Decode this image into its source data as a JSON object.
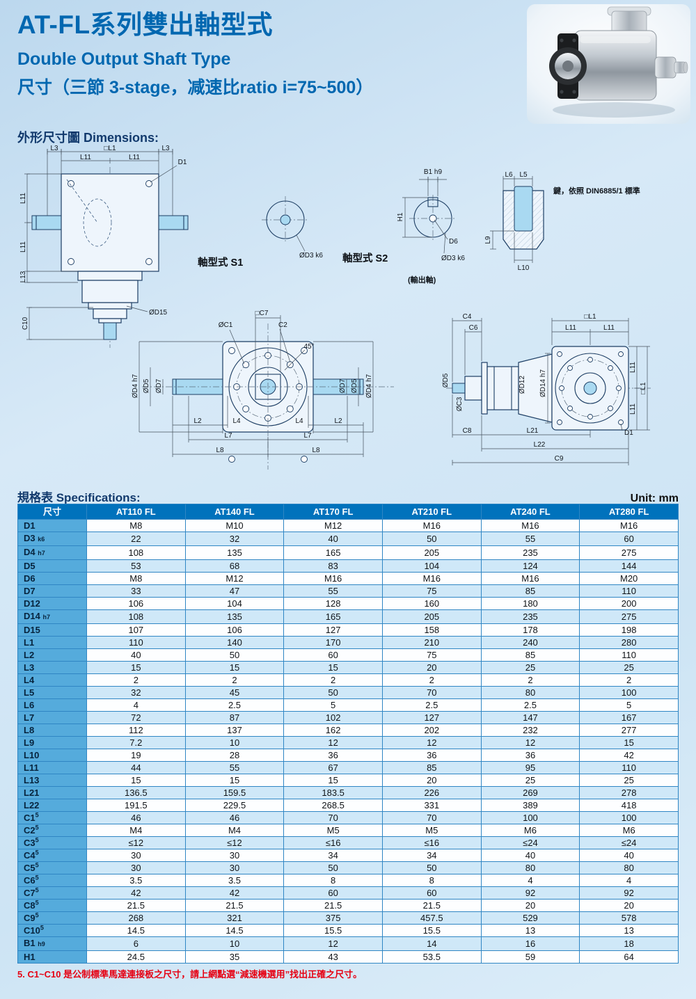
{
  "header": {
    "title_zh": "AT-FL系列雙出軸型式",
    "title_en": "Double Output Shaft Type",
    "subtitle": "尺寸（三節 3-stage，减速比ratio i=75~500）"
  },
  "sections": {
    "dimensions": "外形尺寸圖 Dimensions:",
    "specifications": "規格表 Specifications:",
    "unit": "Unit: mm"
  },
  "drawings": {
    "front_view": {
      "l3_left": "L3",
      "l1_top": "□L1",
      "l3_right": "L3",
      "l11_top_left": "L11",
      "l11_top_right": "L11",
      "d1": "D1",
      "l11_side_upper": "L11",
      "l11_side_lower": "L11",
      "l13": "L13",
      "c10": "C10",
      "d15": "ØD15"
    },
    "shaft_s1": {
      "title": "軸型式 S1",
      "d3": "ØD3 k6"
    },
    "shaft_s2": {
      "title": "軸型式 S2",
      "b1": "B1 h9",
      "h1": "H1",
      "d6": "D6",
      "d3": "ØD3 k6",
      "output_shaft": "(輸出軸)"
    },
    "key_detail": {
      "l6": "L6",
      "l5": "L5",
      "l9": "L9",
      "l10": "L10",
      "note": "鍵，依照 DIN6885/1 標準"
    },
    "flange_view": {
      "c7": "□C7",
      "c2": "C2",
      "c1": "ØC1",
      "angle": "45°",
      "d4_left": "ØD4 h7",
      "d5_left": "ØD5",
      "d7_left": "ØD7",
      "d7_right": "ØD7",
      "d5_right": "ØD5",
      "d4_right": "ØD4 h7",
      "l2_left": "L2",
      "l4_left": "L4",
      "l4_right": "L4",
      "l2_right": "L2",
      "l7_left": "L7",
      "l7_right": "L7",
      "l8_left": "L8",
      "l8_right": "L8"
    },
    "side_view": {
      "c4": "C4",
      "c6": "C6",
      "l1_top": "□L1",
      "l11_top_left": "L11",
      "l11_top_right": "L11",
      "d14": "ØD14 h7",
      "d12": "ØD12",
      "d5": "ØD5",
      "c3": "ØC3",
      "l11_right_upper": "L11",
      "l11_right_lower": "L11",
      "l1_right": "□L1",
      "c8": "C8",
      "l21": "L21",
      "l22": "L22",
      "c9": "C9",
      "d1": "D1"
    }
  },
  "table": {
    "columns": [
      "尺寸",
      "AT110 FL",
      "AT140 FL",
      "AT170 FL",
      "AT210 FL",
      "AT240 FL",
      "AT280 FL"
    ],
    "rows": [
      {
        "label": "D1",
        "values": [
          "M8",
          "M10",
          "M12",
          "M16",
          "M16",
          "M16"
        ]
      },
      {
        "label": "D3",
        "tol": "k6",
        "values": [
          "22",
          "32",
          "40",
          "50",
          "55",
          "60"
        ]
      },
      {
        "label": "D4",
        "tol": "h7",
        "values": [
          "108",
          "135",
          "165",
          "205",
          "235",
          "275"
        ]
      },
      {
        "label": "D5",
        "values": [
          "53",
          "68",
          "83",
          "104",
          "124",
          "144"
        ]
      },
      {
        "label": "D6",
        "values": [
          "M8",
          "M12",
          "M16",
          "M16",
          "M16",
          "M20"
        ]
      },
      {
        "label": "D7",
        "values": [
          "33",
          "47",
          "55",
          "75",
          "85",
          "110"
        ]
      },
      {
        "label": "D12",
        "values": [
          "106",
          "104",
          "128",
          "160",
          "180",
          "200"
        ]
      },
      {
        "label": "D14",
        "tol": "h7",
        "values": [
          "108",
          "135",
          "165",
          "205",
          "235",
          "275"
        ]
      },
      {
        "label": "D15",
        "values": [
          "107",
          "106",
          "127",
          "158",
          "178",
          "198"
        ]
      },
      {
        "label": "L1",
        "values": [
          "110",
          "140",
          "170",
          "210",
          "240",
          "280"
        ]
      },
      {
        "label": "L2",
        "values": [
          "40",
          "50",
          "60",
          "75",
          "85",
          "110"
        ]
      },
      {
        "label": "L3",
        "values": [
          "15",
          "15",
          "15",
          "20",
          "25",
          "25"
        ]
      },
      {
        "label": "L4",
        "values": [
          "2",
          "2",
          "2",
          "2",
          "2",
          "2"
        ]
      },
      {
        "label": "L5",
        "values": [
          "32",
          "45",
          "50",
          "70",
          "80",
          "100"
        ]
      },
      {
        "label": "L6",
        "values": [
          "4",
          "2.5",
          "5",
          "2.5",
          "2.5",
          "5"
        ]
      },
      {
        "label": "L7",
        "values": [
          "72",
          "87",
          "102",
          "127",
          "147",
          "167"
        ]
      },
      {
        "label": "L8",
        "values": [
          "112",
          "137",
          "162",
          "202",
          "232",
          "277"
        ]
      },
      {
        "label": "L9",
        "values": [
          "7.2",
          "10",
          "12",
          "12",
          "12",
          "15"
        ]
      },
      {
        "label": "L10",
        "values": [
          "19",
          "28",
          "36",
          "36",
          "36",
          "42"
        ]
      },
      {
        "label": "L11",
        "values": [
          "44",
          "55",
          "67",
          "85",
          "95",
          "110"
        ]
      },
      {
        "label": "L13",
        "values": [
          "15",
          "15",
          "15",
          "20",
          "25",
          "25"
        ]
      },
      {
        "label": "L21",
        "values": [
          "136.5",
          "159.5",
          "183.5",
          "226",
          "269",
          "278"
        ]
      },
      {
        "label": "L22",
        "values": [
          "191.5",
          "229.5",
          "268.5",
          "331",
          "389",
          "418"
        ]
      },
      {
        "label": "C1",
        "sup": "5",
        "values": [
          "46",
          "46",
          "70",
          "70",
          "100",
          "100"
        ]
      },
      {
        "label": "C2",
        "sup": "5",
        "values": [
          "M4",
          "M4",
          "M5",
          "M5",
          "M6",
          "M6"
        ]
      },
      {
        "label": "C3",
        "sup": "5",
        "values": [
          "≤12",
          "≤12",
          "≤16",
          "≤16",
          "≤24",
          "≤24"
        ]
      },
      {
        "label": "C4",
        "sup": "5",
        "values": [
          "30",
          "30",
          "34",
          "34",
          "40",
          "40"
        ]
      },
      {
        "label": "C5",
        "sup": "5",
        "values": [
          "30",
          "30",
          "50",
          "50",
          "80",
          "80"
        ]
      },
      {
        "label": "C6",
        "sup": "5",
        "values": [
          "3.5",
          "3.5",
          "8",
          "8",
          "4",
          "4"
        ]
      },
      {
        "label": "C7",
        "sup": "5",
        "values": [
          "42",
          "42",
          "60",
          "60",
          "92",
          "92"
        ]
      },
      {
        "label": "C8",
        "sup": "5",
        "values": [
          "21.5",
          "21.5",
          "21.5",
          "21.5",
          "20",
          "20"
        ]
      },
      {
        "label": "C9",
        "sup": "5",
        "values": [
          "268",
          "321",
          "375",
          "457.5",
          "529",
          "578"
        ]
      },
      {
        "label": "C10",
        "sup": "5",
        "values": [
          "14.5",
          "14.5",
          "15.5",
          "15.5",
          "13",
          "13"
        ]
      },
      {
        "label": "B1",
        "tol": "h9",
        "values": [
          "6",
          "10",
          "12",
          "14",
          "16",
          "18"
        ]
      },
      {
        "label": "H1",
        "values": [
          "24.5",
          "35",
          "43",
          "53.5",
          "59",
          "64"
        ]
      }
    ]
  },
  "footnote": "5. C1~C10 是公制標準馬達連接板之尺寸，請上網點選“減速機選用”找出正確之尺寸。",
  "colors": {
    "accent_blue": "#0067b0",
    "table_header_bg": "#0072bc",
    "row_label_bg": "#55abdc",
    "row_alt_bg": "#cfe8f8",
    "footnote_red": "#e60012",
    "shaft_fill": "#a9d9f1"
  }
}
